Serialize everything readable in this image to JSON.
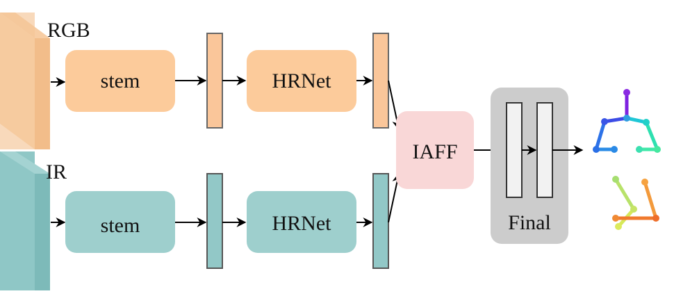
{
  "inputs": {
    "rgb": {
      "label": "RGB",
      "color": "#F5C596"
    },
    "ir": {
      "label": "IR",
      "color": "#8FC7C6"
    }
  },
  "blocks": {
    "stem_rgb": "stem",
    "hrnet_rgb": "HRNet",
    "stem_ir": "stem",
    "hrnet_ir": "HRNet",
    "fusion": "IAFF",
    "final": "Final"
  },
  "colors": {
    "rgb_block": "#FCCB9B",
    "ir_block": "#9ECFCD",
    "fusion_block": "#F9D7D7",
    "final_block": "#CCCCCC",
    "feature_rgb": "#FAC69A",
    "feature_ir": "#92C8C7"
  },
  "icons": [
    "pose-skeleton-icon",
    "pose-skeleton-icon"
  ]
}
